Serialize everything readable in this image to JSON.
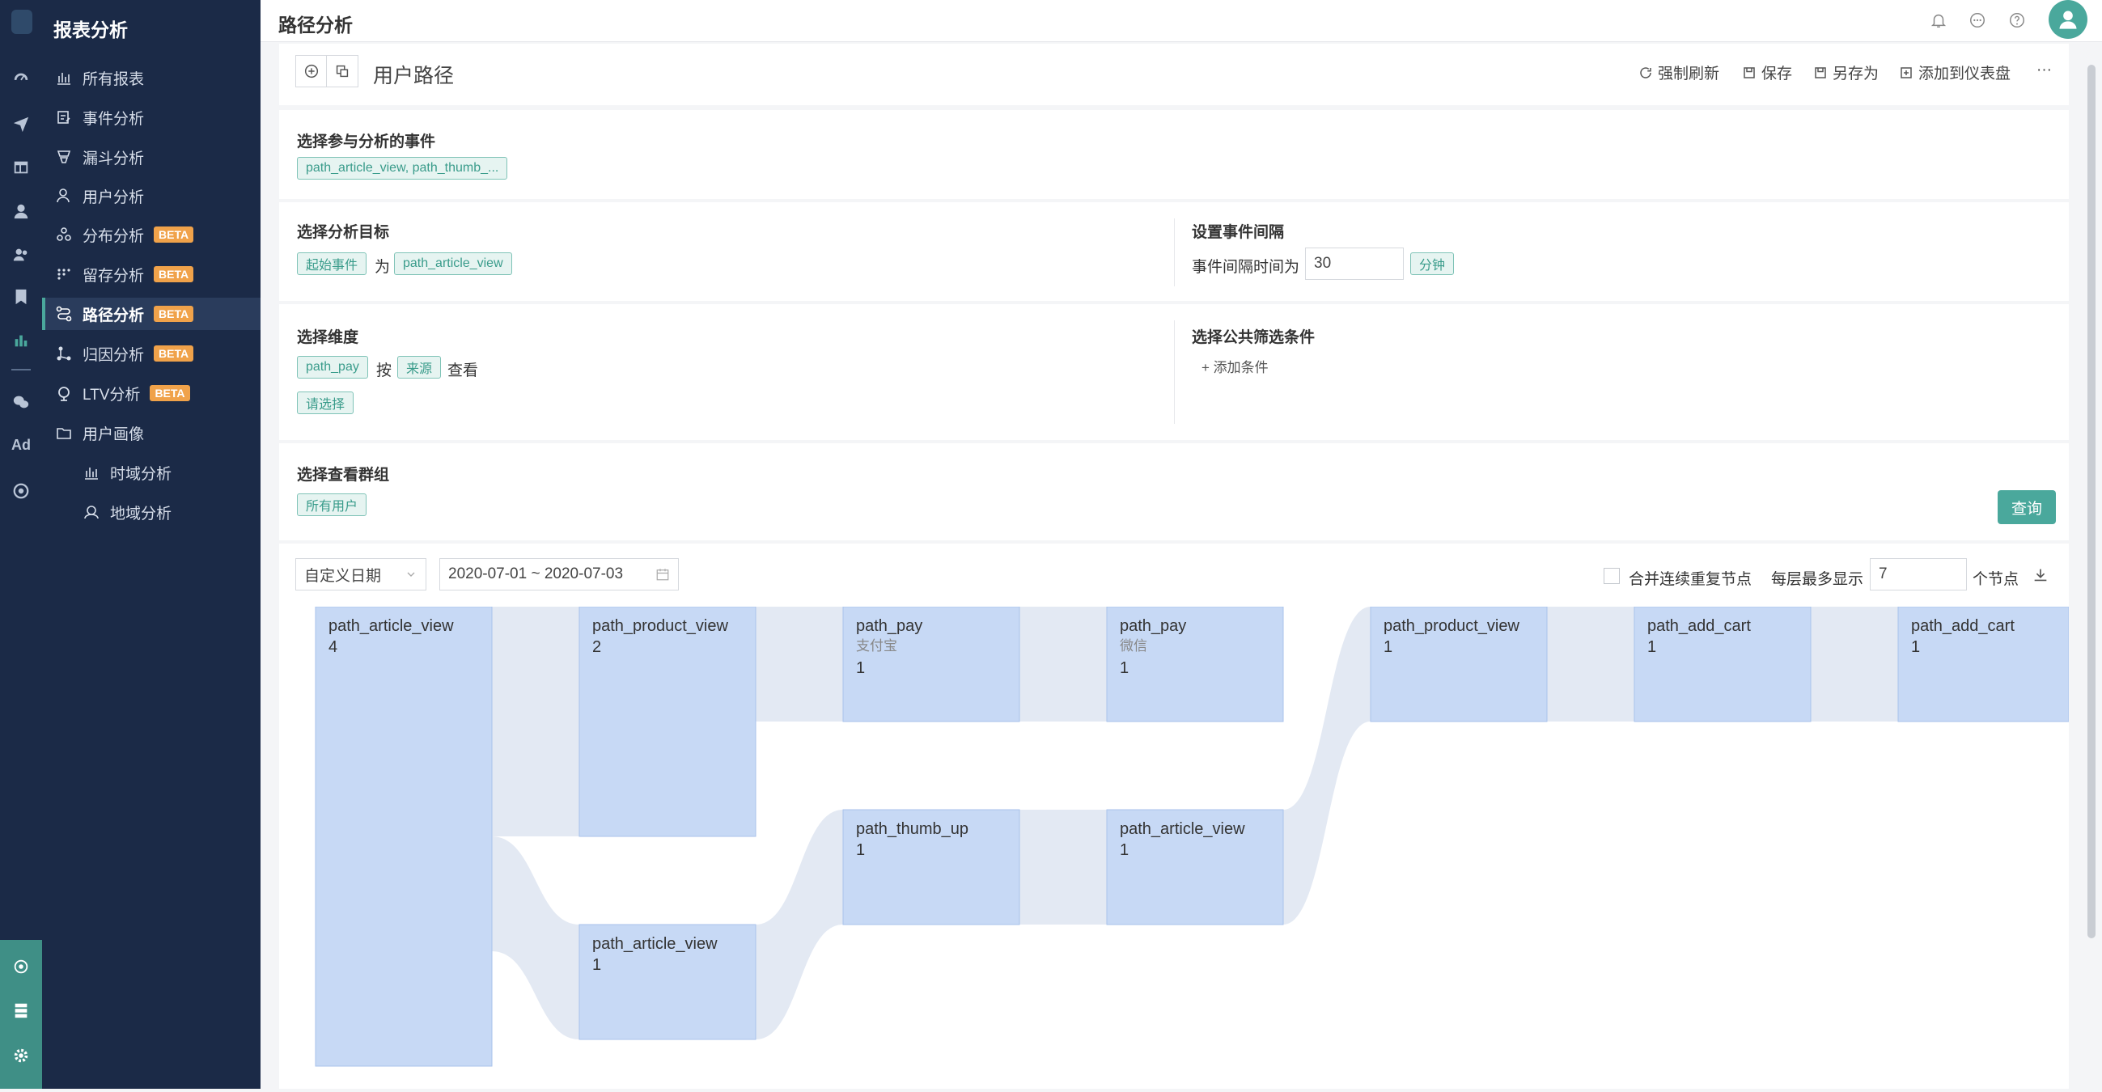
{
  "sidebar": {
    "title": "报表分析",
    "items": [
      {
        "label": "所有报表",
        "icon": "bar-chart-icon"
      },
      {
        "label": "事件分析",
        "icon": "event-icon"
      },
      {
        "label": "漏斗分析",
        "icon": "funnel-icon"
      },
      {
        "label": "用户分析",
        "icon": "user-icon"
      },
      {
        "label": "分布分析",
        "icon": "distribution-icon",
        "badge": "BETA"
      },
      {
        "label": "留存分析",
        "icon": "retention-icon",
        "badge": "BETA"
      },
      {
        "label": "路径分析",
        "icon": "path-icon",
        "badge": "BETA",
        "active": true
      },
      {
        "label": "归因分析",
        "icon": "attribution-icon",
        "badge": "BETA"
      },
      {
        "label": "LTV分析",
        "icon": "ltv-icon",
        "badge": "BETA"
      },
      {
        "label": "用户画像",
        "icon": "folder-icon"
      },
      {
        "label": "时域分析",
        "icon": "bar-chart-icon",
        "sub": true
      },
      {
        "label": "地域分析",
        "icon": "map-icon",
        "sub": true
      }
    ]
  },
  "rail": {
    "ad_label": "Ad"
  },
  "header": {
    "title": "路径分析"
  },
  "report": {
    "title": "用户路径",
    "actions": {
      "refresh": "强制刷新",
      "save": "保存",
      "save_as": "另存为",
      "add_dashboard": "添加到仪表盘",
      "more": "···"
    }
  },
  "events_section": {
    "label": "选择参与分析的事件",
    "tag": "path_article_view, path_thumb_..."
  },
  "target_section": {
    "label": "选择分析目标",
    "start_tag": "起始事件",
    "is_text": "为",
    "event_tag": "path_article_view"
  },
  "interval_section": {
    "label": "设置事件间隔",
    "prefix": "事件间隔时间为",
    "value": "30",
    "unit": "分钟"
  },
  "dimension_section": {
    "label": "选择维度",
    "event_tag": "path_pay",
    "by_text": "按",
    "source_tag": "来源",
    "view_text": "查看",
    "select_tag": "请选择"
  },
  "filter_section": {
    "label": "选择公共筛选条件",
    "add": "+ 添加条件"
  },
  "group_section": {
    "label": "选择查看群组",
    "tag": "所有用户",
    "query_button": "查询"
  },
  "chart_toolbar": {
    "date_mode": "自定义日期",
    "date_range": "2020-07-01 ~ 2020-07-03",
    "merge_label": "合并连续重复节点",
    "merge_checked": false,
    "max_label": "每层最多显示",
    "max_value": "7",
    "max_unit": "个节点"
  },
  "chart_data": {
    "type": "sankey",
    "nodes": [
      {
        "id": "n0",
        "level": 0,
        "name": "path_article_view",
        "sub": "",
        "value": 4
      },
      {
        "id": "n1",
        "level": 1,
        "name": "path_product_view",
        "sub": "",
        "value": 2
      },
      {
        "id": "n2",
        "level": 1,
        "name": "path_article_view",
        "sub": "",
        "value": 1
      },
      {
        "id": "n3",
        "level": 2,
        "name": "path_pay",
        "sub": "支付宝",
        "value": 1
      },
      {
        "id": "n4",
        "level": 2,
        "name": "path_thumb_up",
        "sub": "",
        "value": 1
      },
      {
        "id": "n5",
        "level": 3,
        "name": "path_pay",
        "sub": "微信",
        "value": 1
      },
      {
        "id": "n6",
        "level": 3,
        "name": "path_article_view",
        "sub": "",
        "value": 1
      },
      {
        "id": "n7",
        "level": 4,
        "name": "path_product_view",
        "sub": "",
        "value": 1
      },
      {
        "id": "n8",
        "level": 5,
        "name": "path_add_cart",
        "sub": "",
        "value": 1
      },
      {
        "id": "n9",
        "level": 6,
        "name": "path_add_cart",
        "sub": "",
        "value": 1
      }
    ],
    "links": [
      {
        "source": "n0",
        "target": "n1",
        "value": 2
      },
      {
        "source": "n0",
        "target": "n2",
        "value": 1
      },
      {
        "source": "n1",
        "target": "n3",
        "value": 1
      },
      {
        "source": "n2",
        "target": "n4",
        "value": 1
      },
      {
        "source": "n3",
        "target": "n5",
        "value": 1
      },
      {
        "source": "n4",
        "target": "n6",
        "value": 1
      },
      {
        "source": "n6",
        "target": "n7",
        "value": 1
      },
      {
        "source": "n7",
        "target": "n8",
        "value": 1
      },
      {
        "source": "n8",
        "target": "n9",
        "value": 1
      }
    ]
  },
  "colors": {
    "accent": "#4aa89c",
    "node_fill": "#c7d9f5",
    "node_stroke": "#a9c2eb",
    "link_fill": "#e3e9f3",
    "sidebar_bg": "#1b2a47",
    "badge": "#f0a24a"
  }
}
